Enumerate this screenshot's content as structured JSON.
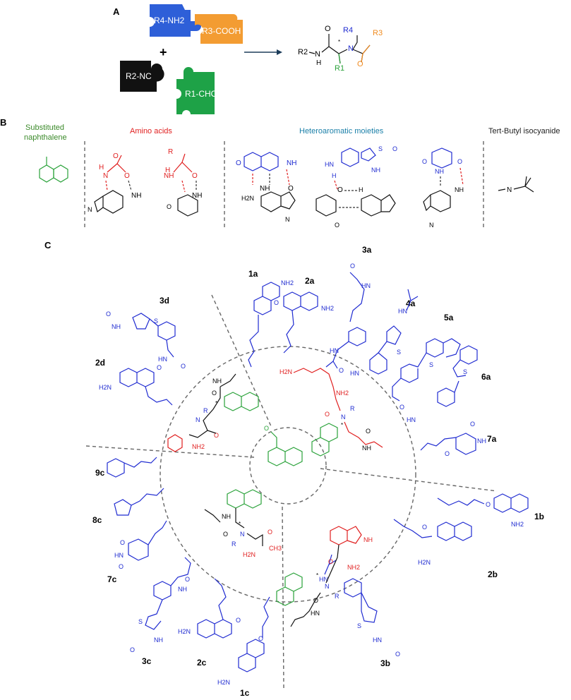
{
  "panels": {
    "a": "A",
    "b": "B",
    "c": "C"
  },
  "puzzle": {
    "amine": "R4-NH2",
    "acid": "R3-COOH",
    "isocyanide": "R2-NC",
    "aldehyde": "R1-CHO",
    "plus": "+"
  },
  "product": {
    "r2": "R2",
    "nh": "N",
    "h": "H",
    "r4": "R4",
    "n": "N",
    "r3": "R3",
    "r1": "R1",
    "o1": "O",
    "o2": "O",
    "star": "*"
  },
  "section_b": {
    "naphthalene": [
      "Substituted",
      "naphthalene"
    ],
    "amino_acids": "Amino acids",
    "heteroaromatic": "Heteroaromatic moieties",
    "isocyanide": "Tert-Butyl isocyanide"
  },
  "labels": {
    "l1a": "1a",
    "l2a": "2a",
    "l3a": "3a",
    "l4a": "4a",
    "l5a": "5a",
    "l6a": "6a",
    "l7a": "7a",
    "l1b": "1b",
    "l2b": "2b",
    "l3b": "3b",
    "l1c": "1c",
    "l2c": "2c",
    "l3c": "3c",
    "l7c": "7c",
    "l8c": "8c",
    "l9c": "9c",
    "l2d": "2d",
    "l3d": "3d"
  },
  "atoms": {
    "nh2": "NH2",
    "h2n": "H2N",
    "hn": "HN",
    "nh": "NH",
    "o": "O",
    "n": "N",
    "s": "S",
    "r": "R",
    "ch3": "CH3",
    "h": "H",
    "star": "*"
  },
  "colors": {
    "blue": "#1f2bd1",
    "orange": "#f08a1f",
    "black": "#111111",
    "green": "#2aa23a",
    "red": "#e01f1f",
    "teal": "#1a7fa8",
    "olive": "#3b8a2a"
  }
}
